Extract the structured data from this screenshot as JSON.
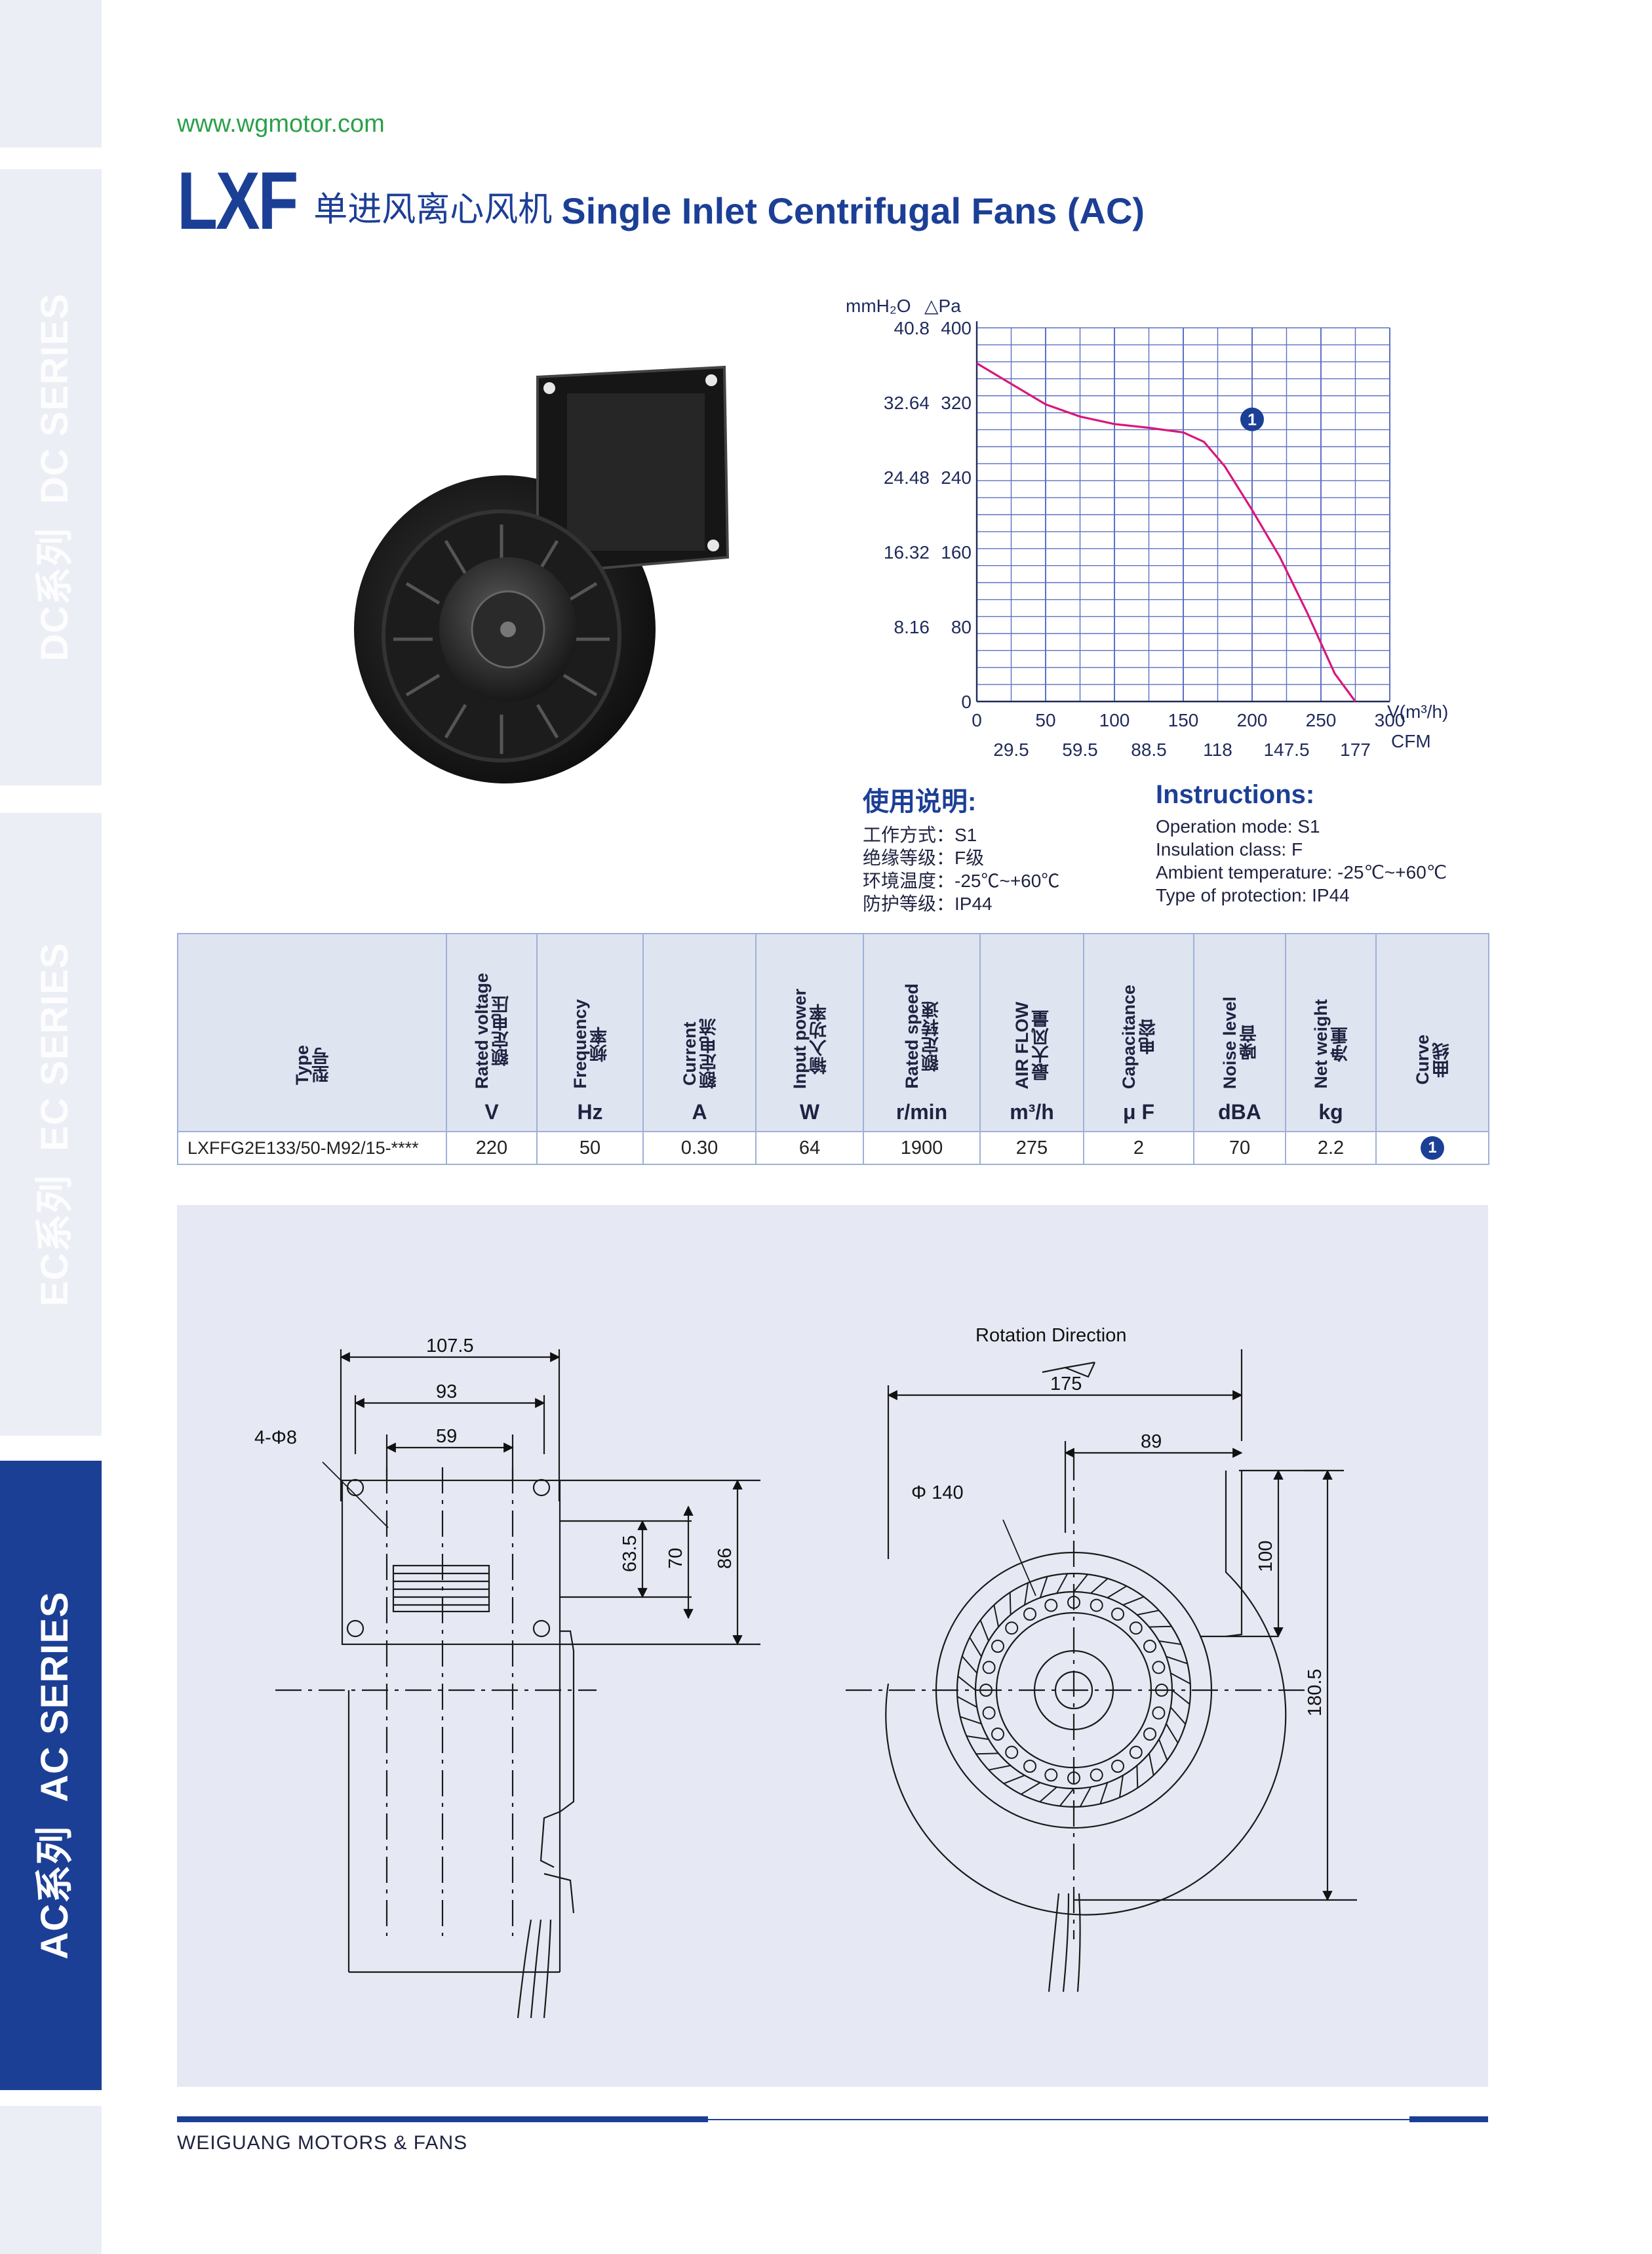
{
  "website": "www.wgmotor.com",
  "header": {
    "logo": "LXF",
    "title_cn": "单进风离心风机",
    "title_en": "Single Inlet Centrifugal Fans (AC)"
  },
  "side_tabs": [
    {
      "cn": "DC系列",
      "en": "DC SERIES",
      "active": false
    },
    {
      "cn": "EC系列",
      "en": "EC SERIES",
      "active": false
    },
    {
      "cn": "AC系列",
      "en": "AC SERIES",
      "active": true
    }
  ],
  "chart_data": {
    "type": "line",
    "y_unit_left": "mmH₂O",
    "y_unit_right": "△Pa",
    "x_unit_top": "V(m³/h)",
    "x_unit_bottom": "CFM",
    "yticks_pa": [
      400,
      320,
      240,
      160,
      80,
      0
    ],
    "yticks_mmh2o": [
      "40.8",
      "32.64",
      "24.48",
      "16.32",
      "8.16",
      ""
    ],
    "xticks_m3h": [
      0,
      50,
      100,
      150,
      200,
      250,
      300
    ],
    "xticks_cfm": [
      "29.5",
      "59.5",
      "88.5",
      "118",
      "147.5",
      "177"
    ],
    "xlim": [
      0,
      300
    ],
    "ylim": [
      0,
      400
    ],
    "grid": true,
    "series": [
      {
        "marker_label": "1",
        "color": "#d8177c",
        "x": [
          0,
          25,
          50,
          75,
          100,
          125,
          150,
          165,
          180,
          200,
          220,
          240,
          260,
          275
        ],
        "y": [
          362,
          340,
          318,
          305,
          297,
          293,
          288,
          278,
          252,
          205,
          155,
          95,
          30,
          0
        ]
      }
    ]
  },
  "instructions": {
    "cn": {
      "heading": "使用说明:",
      "lines": [
        "工作方式：S1",
        "绝缘等级：F级",
        "环境温度：-25℃~+60℃",
        "防护等级：IP44"
      ]
    },
    "en": {
      "heading": "Instructions:",
      "lines": [
        "Operation mode: S1",
        "Insulation class:  F",
        "Ambient temperature: -25℃~+60℃",
        "Type of protection: IP44"
      ]
    }
  },
  "spec_table": {
    "headers": [
      {
        "en": "Type",
        "cn": "型号",
        "unit": ""
      },
      {
        "en": "Rated voltage",
        "cn": "额定电压",
        "unit": "V"
      },
      {
        "en": "Frequency",
        "cn": "频率",
        "unit": "Hz"
      },
      {
        "en": "Current",
        "cn": "额定电流",
        "unit": "A"
      },
      {
        "en": "Input power",
        "cn": "输入功率",
        "unit": "W"
      },
      {
        "en": "Rated speed",
        "cn": "额定转速",
        "unit": "r/min"
      },
      {
        "en": "AIR FLOW",
        "cn": "最大风量",
        "unit": "m³/h"
      },
      {
        "en": "Capacitance",
        "cn": "电容",
        "unit": "μ F"
      },
      {
        "en": "Noise level",
        "cn": "噪音",
        "unit": "dBA"
      },
      {
        "en": "Net weight",
        "cn": "净重",
        "unit": "kg"
      },
      {
        "en": "Curve",
        "cn": "曲线",
        "unit": ""
      }
    ],
    "rows": [
      [
        "LXFFG2E133/50-M92/15-****",
        "220",
        "50",
        "0.30",
        "64",
        "1900",
        "275",
        "2",
        "70",
        "2.2",
        "1"
      ]
    ]
  },
  "drawing": {
    "left_dims": {
      "d1": "107.5",
      "d2": "93",
      "d3": "59",
      "holes": "4-Φ8",
      "h1": "63.5",
      "h2": "70",
      "h3": "86"
    },
    "right_dims": {
      "rotation_label": "Rotation  Direction",
      "w1": "175",
      "w2": "89",
      "dia": "Φ 140",
      "h1": "100",
      "h2": "180.5"
    }
  },
  "footer": {
    "company": "WEIGUANG MOTORS & FANS"
  },
  "colors": {
    "brand_blue": "#1c3f96",
    "curve": "#d8177c",
    "grid": "#5d6fc4",
    "site_green": "#2aa04a"
  }
}
